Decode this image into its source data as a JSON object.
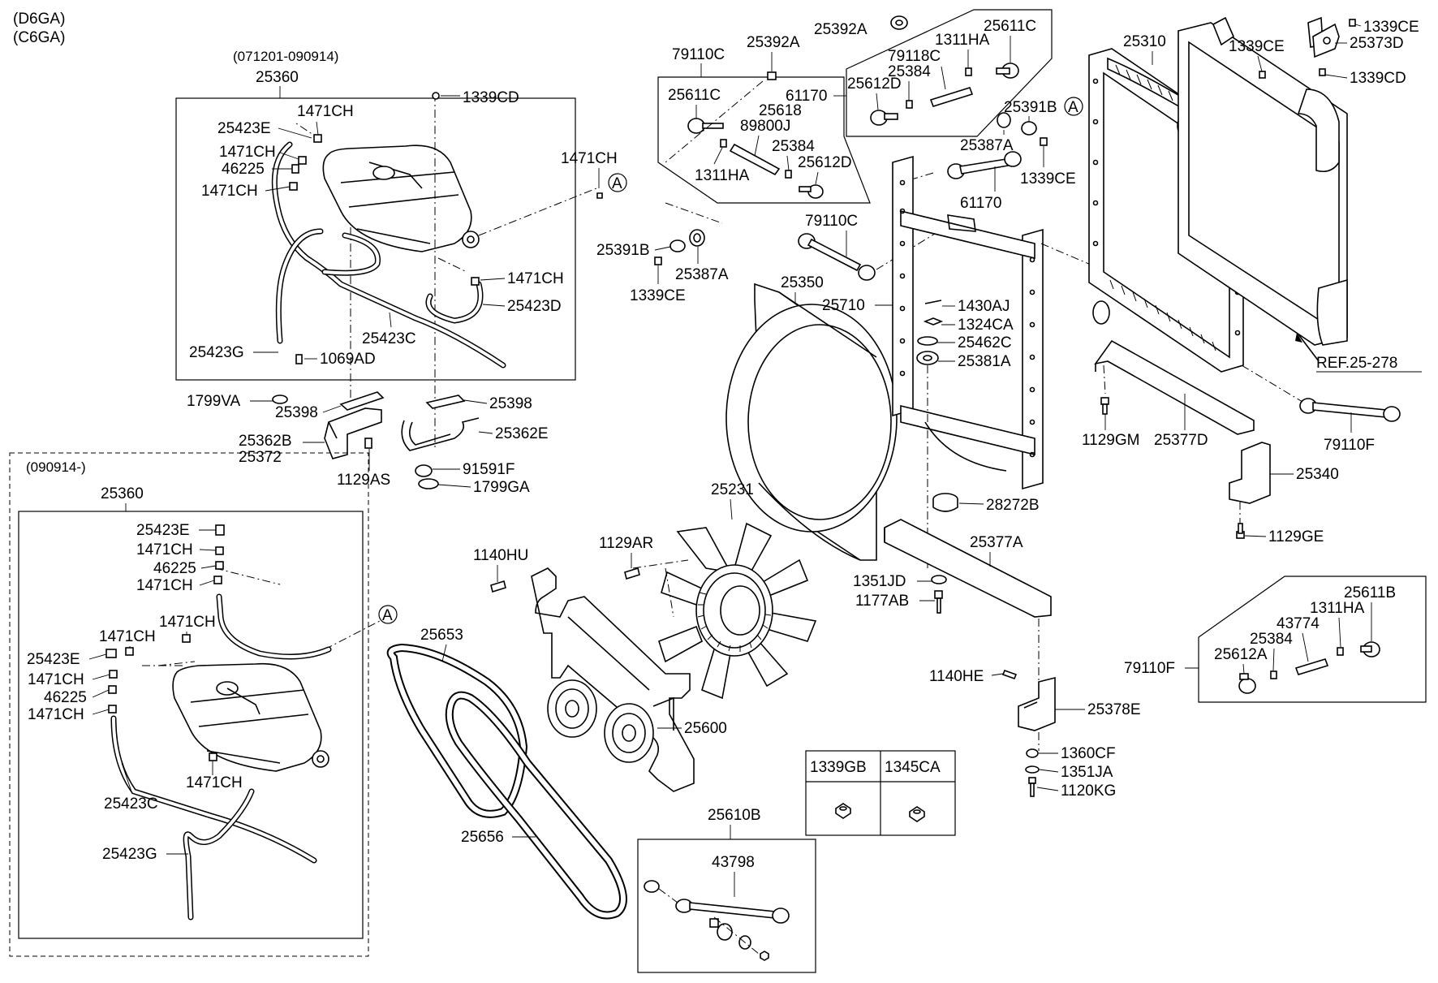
{
  "engine_codes": [
    "(D6GA)",
    "(C6GA)"
  ],
  "groups": {
    "upper_period": "(071201-090914)",
    "lower_period": "(090914-)"
  },
  "ref_label": "REF.25-278",
  "circle_ref": "A",
  "table": {
    "col1": "1339GB",
    "col2": "1345CA"
  },
  "labels": {
    "u_25360": "25360",
    "u_1339CD": "1339CD",
    "u_25423E": "25423E",
    "u_1471CH_a": "1471CH",
    "u_1471CH_b": "1471CH",
    "u_46225": "46225",
    "u_1471CH_c": "1471CH",
    "u_1471CH_d": "1471CH",
    "u_25423D": "25423D",
    "u_25423C": "25423C",
    "u_25423G": "25423G",
    "u_1069AD": "1069AD",
    "u_1799VA": "1799VA",
    "u_25398_l": "25398",
    "u_25398_r": "25398",
    "u_25362B": "25362B",
    "u_25372": "25372",
    "u_1129AS": "1129AS",
    "u_25362E": "25362E",
    "u_91591F": "91591F",
    "u_1799GA": "1799GA",
    "u_1471CH_e": "1471CH",
    "l_25360": "25360",
    "l_25423E_a": "25423E",
    "l_1471CH_a": "1471CH",
    "l_46225_a": "46225",
    "l_1471CH_b": "1471CH",
    "l_1471CH_c": "1471CH",
    "l_1471CH_d": "1471CH",
    "l_25423E_b": "25423E",
    "l_1471CH_e": "1471CH",
    "l_46225_b": "46225",
    "l_1471CH_f": "1471CH",
    "l_1471CH_g": "1471CH",
    "l_25423C": "25423C",
    "l_25423G": "25423G",
    "m_79110C_top": "79110C",
    "m_25611C_l": "25611C",
    "m_25618": "25618",
    "m_89800J": "89800J",
    "m_25384_l": "25384",
    "m_25612D_l": "25612D",
    "m_1311HA_l": "1311HA",
    "m_25392A_l": "25392A",
    "m_25391B_l": "25391B",
    "m_25387A_l": "25387A",
    "m_1339CE_l": "1339CE",
    "t_25392A": "25392A",
    "t_25611C": "25611C",
    "t_1311HA": "1311HA",
    "t_79118C": "79118C",
    "t_25384": "25384",
    "t_25612D": "25612D",
    "t_61170_a": "61170",
    "t_25391B": "25391B",
    "t_25387A": "25387A",
    "t_1339CE": "1339CE",
    "t_61170_b": "61170",
    "m_79110C_mid": "79110C",
    "m_25350": "25350",
    "m_25710": "25710",
    "m_1430AJ": "1430AJ",
    "m_1324CA": "1324CA",
    "m_25462C": "25462C",
    "m_25381A": "25381A",
    "m_28272B": "28272B",
    "m_25377A": "25377A",
    "m_1351JD": "1351JD",
    "m_1177AB": "1177AB",
    "m_1140HE": "1140HE",
    "m_25378E": "25378E",
    "m_1360CF": "1360CF",
    "m_1351JA": "1351JA",
    "m_1120KG": "1120KG",
    "r_25310": "25310",
    "r_1339CE_top": "1339CE",
    "r_1339CE_mid": "1339CE",
    "r_25373D": "25373D",
    "r_1339CD": "1339CD",
    "r_79110F_r": "79110F",
    "r_25340": "25340",
    "r_1129GE": "1129GE",
    "r_1129GM": "1129GM",
    "r_25377D": "25377D",
    "r_25611B": "25611B",
    "r_1311HA": "1311HA",
    "r_43774": "43774",
    "r_25384": "25384",
    "r_25612A": "25612A",
    "r_79110F_l": "79110F",
    "f_25231": "25231",
    "f_1129AR": "1129AR",
    "f_1140HU": "1140HU",
    "f_25653": "25653",
    "f_25600": "25600",
    "f_25656": "25656",
    "f_25610B": "25610B",
    "f_43798": "43798"
  }
}
